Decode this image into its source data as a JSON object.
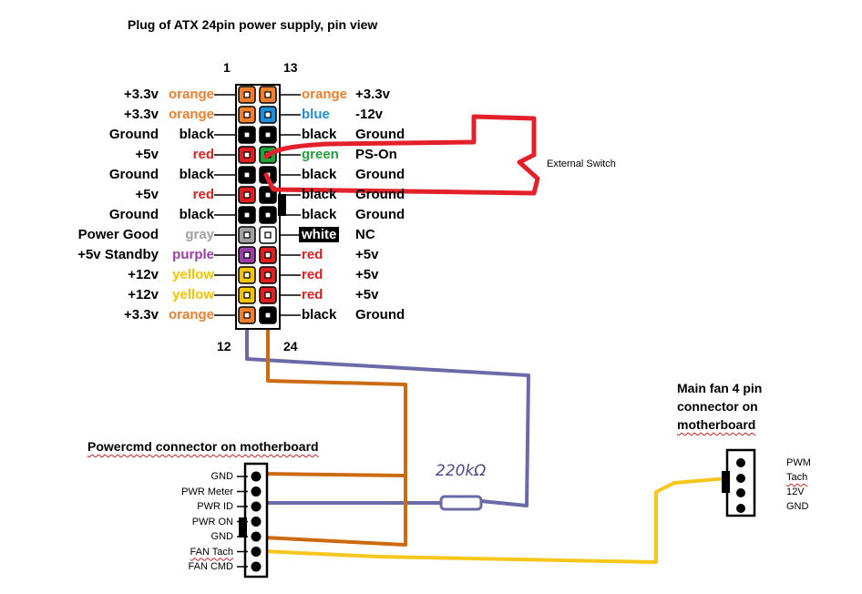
{
  "title": "Plug of ATX 24pin power supply, pin view",
  "pin_numbers": {
    "top_left": "1",
    "top_right": "13",
    "bottom_left": "12",
    "bottom_right": "24"
  },
  "left_pins": [
    {
      "voltage": "+3.3v",
      "color_name": "orange",
      "color": "#f07e2a"
    },
    {
      "voltage": "+3.3v",
      "color_name": "orange",
      "color": "#f07e2a"
    },
    {
      "voltage": "Ground",
      "color_name": "black",
      "color": "#000000"
    },
    {
      "voltage": "+5v",
      "color_name": "red",
      "color": "#e02020"
    },
    {
      "voltage": "Ground",
      "color_name": "black",
      "color": "#000000"
    },
    {
      "voltage": "+5v",
      "color_name": "red",
      "color": "#e02020"
    },
    {
      "voltage": "Ground",
      "color_name": "black",
      "color": "#000000"
    },
    {
      "voltage": "Power Good",
      "color_name": "gray",
      "color": "#a0a0a0"
    },
    {
      "voltage": "+5v Standby",
      "color_name": "purple",
      "color": "#9b3ea6"
    },
    {
      "voltage": "+12v",
      "color_name": "yellow",
      "color": "#f5c400"
    },
    {
      "voltage": "+12v",
      "color_name": "yellow",
      "color": "#f5c400"
    },
    {
      "voltage": "+3.3v",
      "color_name": "orange",
      "color": "#f07e2a"
    }
  ],
  "right_pins": [
    {
      "color_name": "orange",
      "voltage": "+3.3v",
      "color": "#f07e2a"
    },
    {
      "color_name": "blue",
      "voltage": "-12v",
      "color": "#1e8fd8"
    },
    {
      "color_name": "black",
      "voltage": "Ground",
      "color": "#000000"
    },
    {
      "color_name": "green",
      "voltage": "PS-On",
      "color": "#22a23a"
    },
    {
      "color_name": "black",
      "voltage": "Ground",
      "color": "#000000"
    },
    {
      "color_name": "black",
      "voltage": "Ground",
      "color": "#000000"
    },
    {
      "color_name": "black",
      "voltage": "Ground",
      "color": "#000000"
    },
    {
      "color_name": "white",
      "voltage": "NC",
      "color": "#ffffff"
    },
    {
      "color_name": "red",
      "voltage": "+5v",
      "color": "#e02020"
    },
    {
      "color_name": "red",
      "voltage": "+5v",
      "color": "#e02020"
    },
    {
      "color_name": "red",
      "voltage": "+5v",
      "color": "#e02020"
    },
    {
      "color_name": "black",
      "voltage": "Ground",
      "color": "#000000"
    }
  ],
  "external_switch": "External Switch",
  "powercmd": {
    "title": "Powercmd connector on motherboard",
    "pins": [
      "GND",
      "PWR Meter",
      "PWR ID",
      "PWR ON",
      "GND",
      "FAN Tach",
      "FAN CMD"
    ]
  },
  "resistor": "220kΩ",
  "fan": {
    "title_lines": [
      "Main fan 4 pin",
      "connector on",
      "motherboard"
    ],
    "pins": [
      "PWM",
      "Tach",
      "12V",
      "GND"
    ]
  },
  "wire_colors": {
    "switch": "#e3202a",
    "ground": "#cc6a10",
    "pwr_id": "#6a6aa8",
    "tach": "#f7c61a"
  }
}
